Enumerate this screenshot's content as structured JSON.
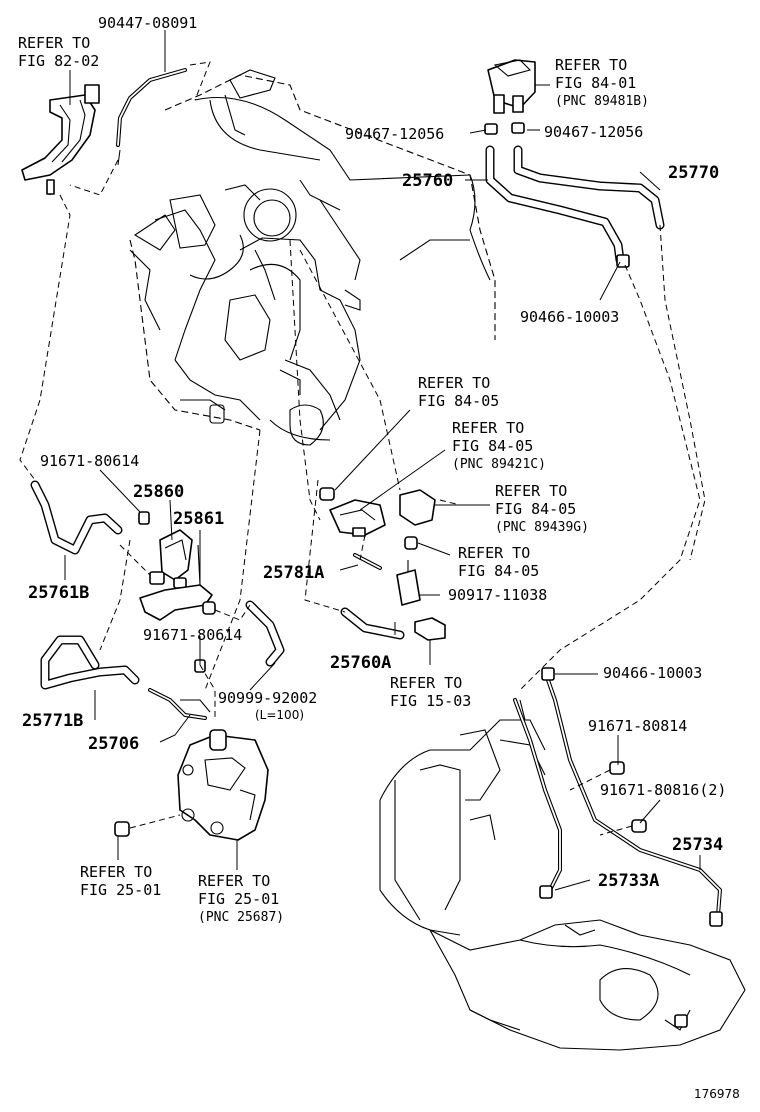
{
  "labels": {
    "refer_fig82_02": [
      "REFER TO",
      "FIG 82-02"
    ],
    "p90447_08091": "90447-08091",
    "refer_fig84_01": [
      "REFER TO",
      "FIG 84-01",
      "(PNC 89481B)"
    ],
    "p90467_12056_left": "90467-12056",
    "p90467_12056_right": "90467-12056",
    "p25760": "25760",
    "p25770": "25770",
    "p90466_10003_top": "90466-10003",
    "refer_fig84_05_a": [
      "REFER TO",
      "FIG 84-05"
    ],
    "refer_fig84_05_b": [
      "REFER TO",
      "FIG 84-05",
      "(PNC 89421C)"
    ],
    "refer_fig84_05_c": [
      "REFER TO",
      "FIG 84-05",
      "(PNC 89439G)"
    ],
    "refer_fig84_05_d": [
      "REFER TO",
      "FIG 84-05"
    ],
    "p91671_80614_top": "91671-80614",
    "p25860": "25860",
    "p25861": "25861",
    "p25761B": "25761B",
    "p25781A": "25781A",
    "p90917_11038": "90917-11038",
    "p91671_80614_mid": "91671-80614",
    "p25760A": "25760A",
    "refer_fig15_03": [
      "REFER TO",
      "FIG 15-03"
    ],
    "p90466_10003_mid": "90466-10003",
    "p90999_92002": "90999-92002",
    "l100": "(L=100)",
    "p25771B": "25771B",
    "p25706": "25706",
    "p91671_80814": "91671-80814",
    "p91671_80816": "91671-80816(2)",
    "p25734": "25734",
    "p25733A": "25733A",
    "refer_fig25_01_a": [
      "REFER TO",
      "FIG 25-01"
    ],
    "refer_fig25_01_b": [
      "REFER TO",
      "FIG 25-01",
      "(PNC 25687)"
    ],
    "figure_number": "176978"
  }
}
